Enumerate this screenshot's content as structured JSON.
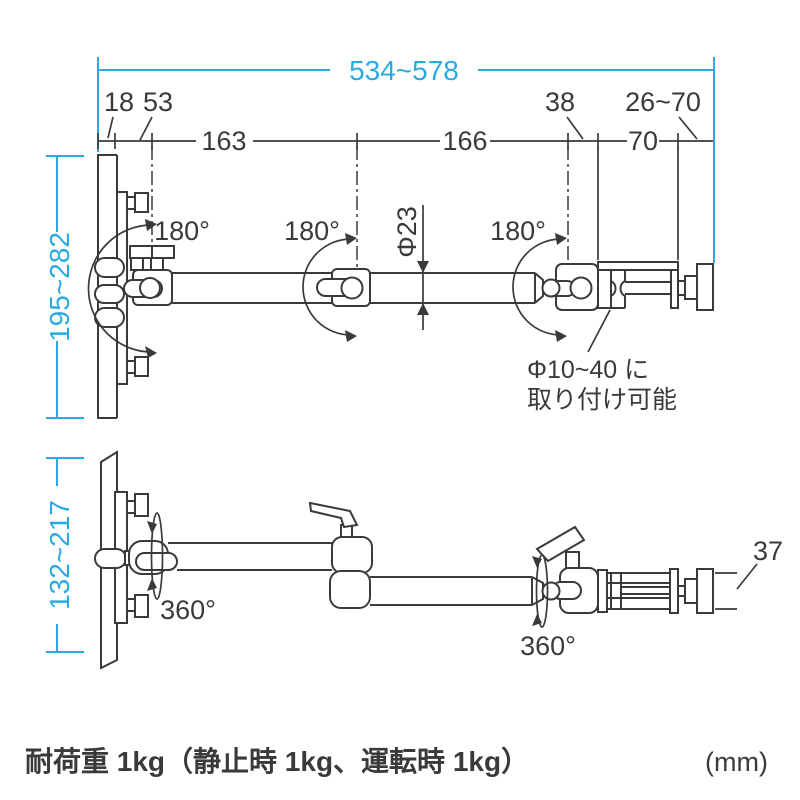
{
  "colors": {
    "accent": "#29abe2",
    "ink": "#3a3a3a"
  },
  "front_view": {
    "total_width": "534~578",
    "offset_18": "18",
    "offset_53": "53",
    "span_163": "163",
    "span_166": "166",
    "offset_38": "38",
    "clamp_range": "26~70",
    "clamp_width": "70",
    "height_range": "195~282",
    "swivel_wall": "180°",
    "swivel_mid": "180°",
    "swivel_end": "180°",
    "arm_diameter": "Φ23",
    "clamp_note_line1": "Φ10~40 に",
    "clamp_note_line2": "取り付け可能"
  },
  "top_view": {
    "height_range": "132~217",
    "rotation_wall": "360°",
    "rotation_end": "360°",
    "jaw_width": "37"
  },
  "footer": {
    "load_note": "耐荷重 1kg（静止時 1kg、運転時 1kg）",
    "unit": "(mm)"
  }
}
